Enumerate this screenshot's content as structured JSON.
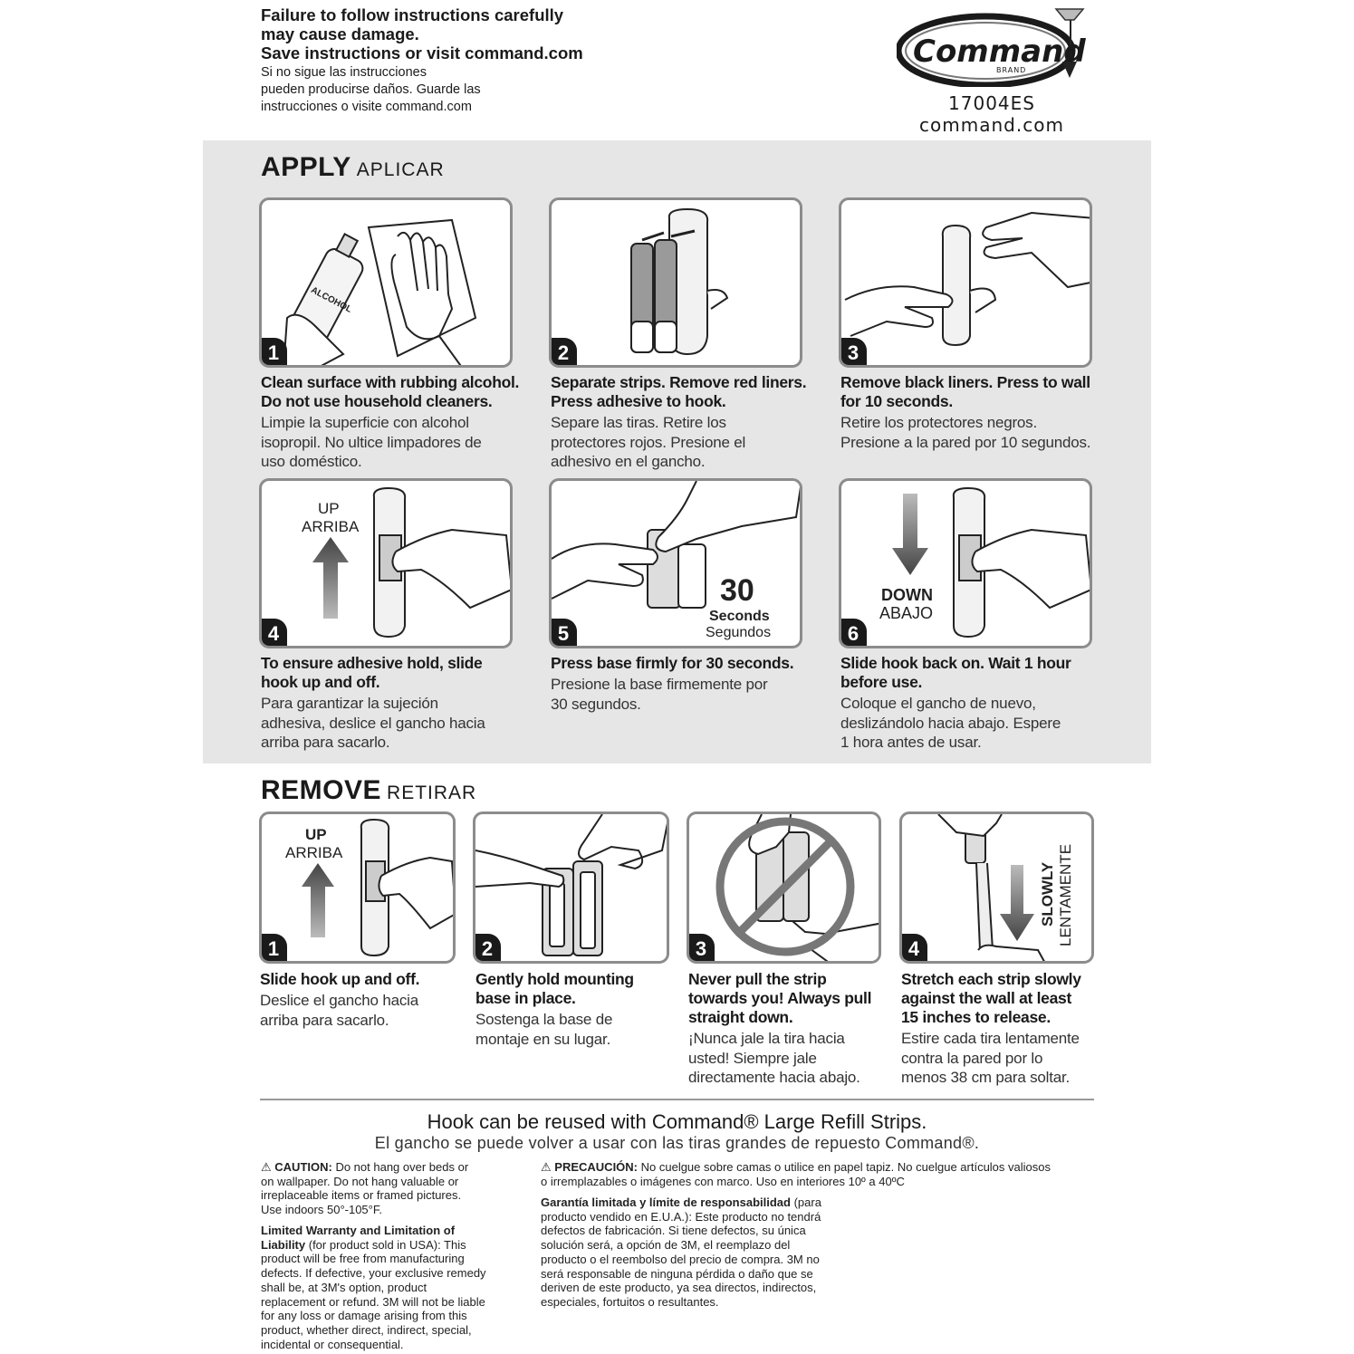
{
  "header": {
    "warning_en": [
      "Failure to follow instructions carefully",
      "may cause damage.",
      "Save instructions or visit command.com"
    ],
    "warning_es": [
      "Si no sigue las instrucciones",
      "pueden producirse daños. Guarde las",
      "instrucciones o visite command.com"
    ],
    "brand": "Command",
    "brand_sub": "BRAND",
    "model": "17004ES",
    "site": "command.com"
  },
  "apply": {
    "title": "APPLY",
    "subtitle": "APLICAR",
    "steps": [
      {
        "num": "1",
        "en": [
          "Clean surface with rubbing alcohol.",
          "Do not use household cleaners."
        ],
        "es": [
          "Limpie la superficie con alcohol",
          "isopropil. No ultice limpadores de",
          "uso doméstico."
        ],
        "label": "ALCOHOL"
      },
      {
        "num": "2",
        "en": [
          "Separate strips. Remove red liners.",
          "Press adhesive to hook."
        ],
        "es": [
          "Separe las tiras. Retire los",
          "protectores rojos. Presione el",
          "adhesivo en el gancho."
        ]
      },
      {
        "num": "3",
        "en": [
          "Remove black liners. Press to wall",
          "for 10 seconds."
        ],
        "es": [
          "Retire los protectores negros.",
          "Presione a la pared por 10 segundos."
        ]
      },
      {
        "num": "4",
        "en": [
          "To ensure adhesive hold, slide",
          "hook up and off."
        ],
        "es": [
          "Para garantizar la sujeción",
          "adhesiva, deslice el gancho hacia",
          "arriba para sacarlo."
        ],
        "label1": "UP",
        "label2": "ARRIBA"
      },
      {
        "num": "5",
        "en": [
          "Press base firmly for 30 seconds."
        ],
        "es": [
          "Presione la base firmemente por",
          "30 segundos."
        ],
        "label1": "30",
        "label2": "Seconds",
        "label3": "Segundos"
      },
      {
        "num": "6",
        "en": [
          "Slide hook back on. Wait 1 hour",
          "before use."
        ],
        "es": [
          "Coloque el gancho de nuevo,",
          "deslizándolo hacia abajo. Espere",
          "1 hora antes de usar."
        ],
        "label1": "DOWN",
        "label2": "ABAJO"
      }
    ]
  },
  "remove": {
    "title": "REMOVE",
    "subtitle": "RETIRAR",
    "steps": [
      {
        "num": "1",
        "en": [
          "Slide hook up and off."
        ],
        "es": [
          "Deslice el gancho hacia",
          "arriba para sacarlo."
        ],
        "label1": "UP",
        "label2": "ARRIBA"
      },
      {
        "num": "2",
        "en": [
          "Gently hold mounting",
          "base in place."
        ],
        "es": [
          "Sostenga la base de",
          "montaje en su lugar."
        ]
      },
      {
        "num": "3",
        "en": [
          "Never pull the strip",
          "towards you! Always pull",
          "straight down."
        ],
        "es": [
          "¡Nunca jale la tira hacia",
          "usted! Siempre jale",
          "directamente hacia abajo."
        ]
      },
      {
        "num": "4",
        "en": [
          "Stretch each strip slowly",
          "against the wall at least",
          "15 inches to release."
        ],
        "es": [
          "Estire cada tira lentamente",
          "contra la pared por lo",
          "menos 38 cm para soltar."
        ],
        "label1": "SLOWLY",
        "label2": "LENTAMENTE"
      }
    ]
  },
  "footer": {
    "reuse_en": "Hook can be reused with Command® Large  Refill Strips.",
    "reuse_es": "El gancho se puede volver a usar con las tiras grandes de repuesto Command®.",
    "caution_title": "CAUTION:",
    "caution_text": [
      "Do not hang over beds or",
      "on wallpaper. Do not hang valuable or",
      "irreplaceable items or framed pictures.",
      "Use indoors 50°-105°F."
    ],
    "warranty_title": [
      "Limited Warranty and Limitation of",
      "Liability"
    ],
    "warranty_text": [
      " (for product sold in USA): This",
      "product will be free from manufacturing",
      "defects. If defective, your exclusive remedy",
      "shall be, at 3M's option, product",
      "replacement or refund. 3M will not be liable",
      "for any loss or damage arising from this",
      "product, whether direct, indirect, special,",
      "incidental or consequential."
    ],
    "precaucion_title": "PRECAUCIÓN:",
    "precaucion_text": [
      " No cuelgue sobre camas o utilice en papel tapiz. No cuelgue artículos valiosos",
      "o irremplazables o imágenes con marco. Uso en interiores 10º a 40ºC"
    ],
    "garantia_title": "Garantía limitada y límite de responsabilidad",
    "garantia_text": [
      " (para",
      "producto vendido en E.U.A.): Este producto no tendrá",
      "defectos de fabricación. Si tiene defectos, su única",
      "solución será, a opción de 3M, el reemplazo del",
      "producto o el reembolso del precio de compra. 3M no",
      "será responsable de ninguna pérdida o daño que se",
      "deriven de este producto, ya sea directos, indirectos,",
      "especiales, fortuitos o resultantes."
    ]
  },
  "colors": {
    "band": "#e6e6e6",
    "border": "#8c8c8c",
    "ink": "#1a1a1a"
  }
}
